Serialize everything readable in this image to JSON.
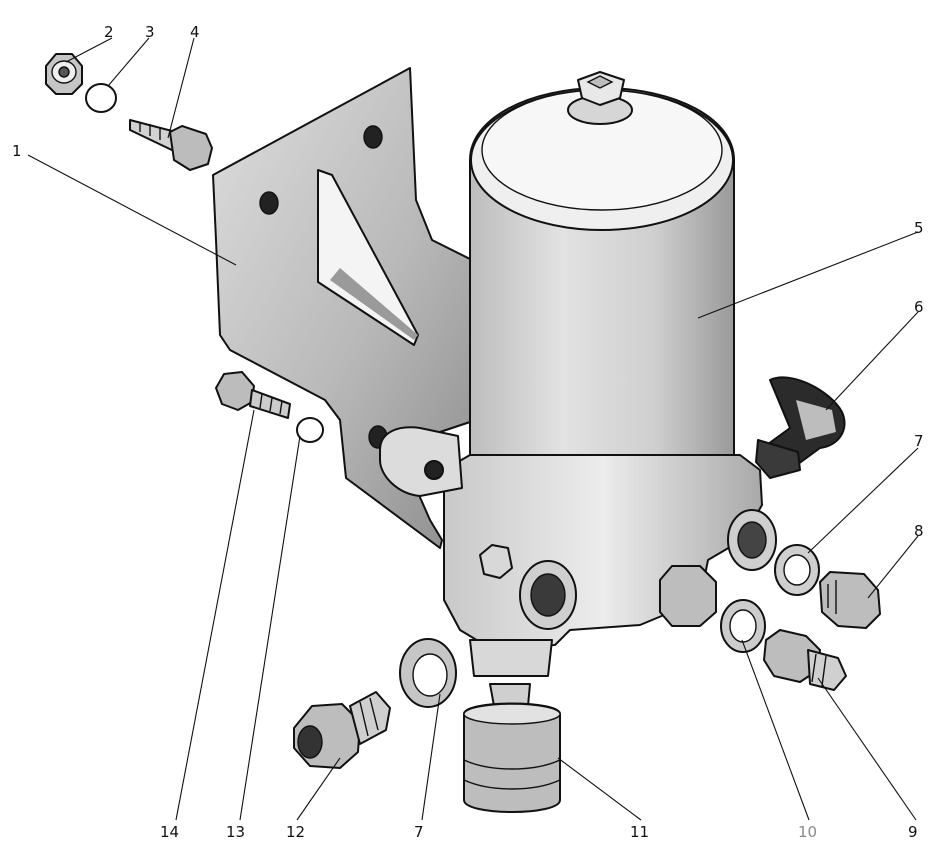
{
  "callouts": [
    {
      "id": "1",
      "text": "1"
    },
    {
      "id": "2",
      "text": "2"
    },
    {
      "id": "3",
      "text": "3"
    },
    {
      "id": "4",
      "text": "4"
    },
    {
      "id": "5",
      "text": "5"
    },
    {
      "id": "6",
      "text": "6"
    },
    {
      "id": "7a",
      "text": "7"
    },
    {
      "id": "8",
      "text": "8"
    },
    {
      "id": "9",
      "text": "9"
    },
    {
      "id": "10",
      "text": "10"
    },
    {
      "id": "11",
      "text": "11"
    },
    {
      "id": "12",
      "text": "12"
    },
    {
      "id": "13",
      "text": "13"
    },
    {
      "id": "14",
      "text": "14"
    },
    {
      "id": "7b",
      "text": "7"
    }
  ],
  "colors": {
    "ink": "#111111",
    "metal_light": "#e6e6e6",
    "metal_mid": "#c6c6c6",
    "metal_dark": "#8f8f8f",
    "muted_label": "#8a8a8a"
  }
}
